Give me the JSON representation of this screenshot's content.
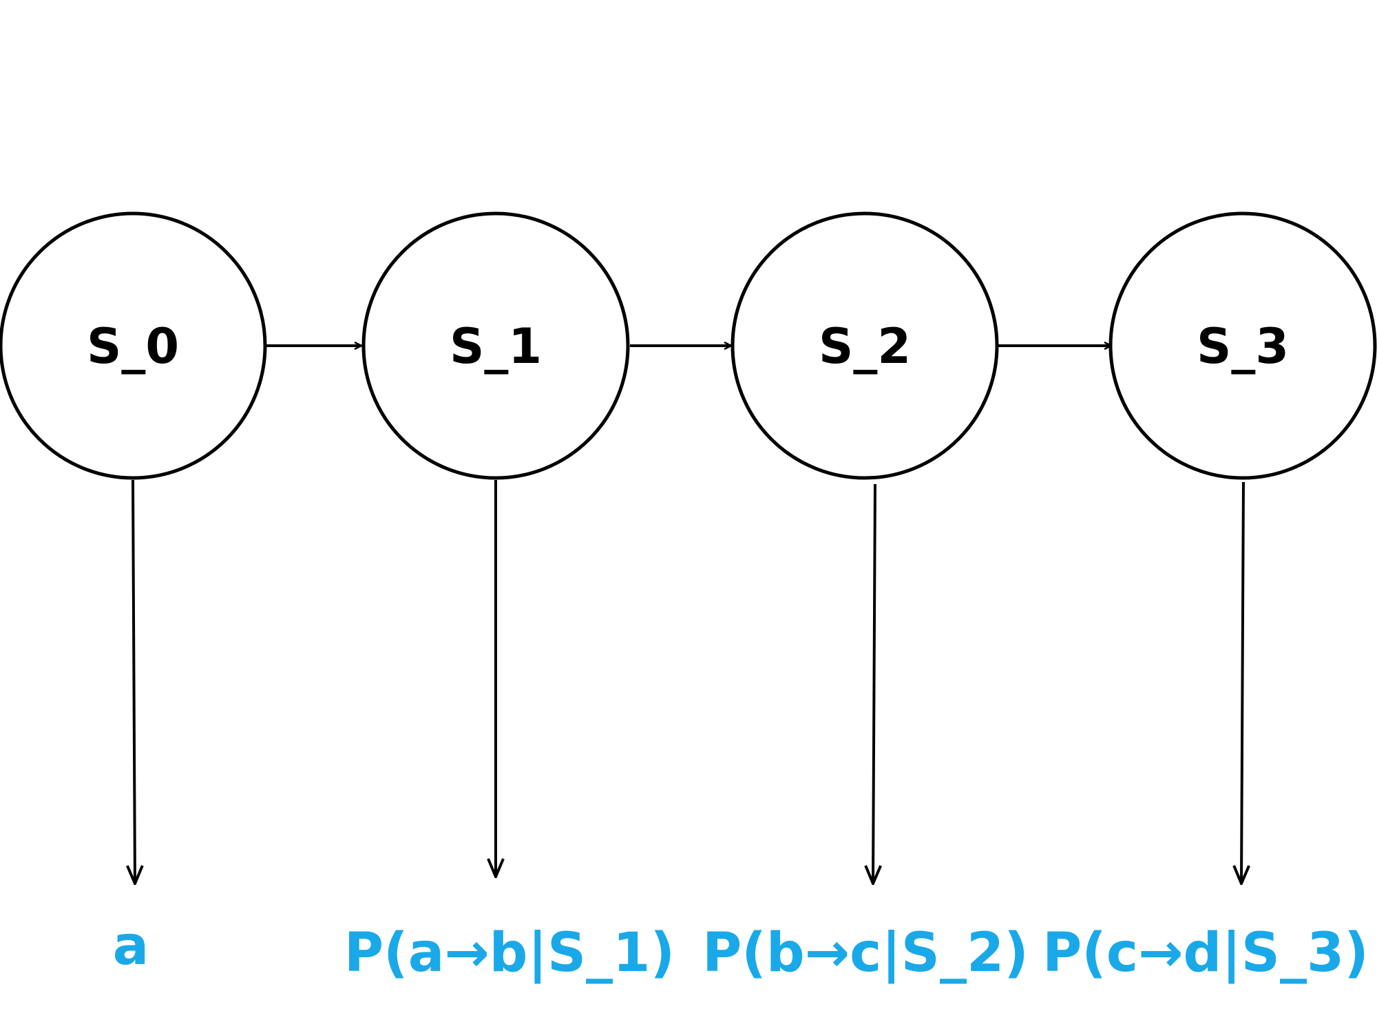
{
  "colors": {
    "node_stroke": "#000000",
    "label_text": "#000000",
    "emission_text": "#1AA9E8"
  },
  "states": [
    {
      "id": "s0",
      "label": "S_0"
    },
    {
      "id": "s1",
      "label": "S_1"
    },
    {
      "id": "s2",
      "label": "S_2"
    },
    {
      "id": "s3",
      "label": "S_3"
    }
  ],
  "transitions": [
    {
      "from": "s0",
      "to": "s1"
    },
    {
      "from": "s1",
      "to": "s2"
    },
    {
      "from": "s2",
      "to": "s3"
    }
  ],
  "emissions": [
    {
      "state": "s0",
      "label": "a"
    },
    {
      "state": "s1",
      "label": "P(a→b|S_1)"
    },
    {
      "state": "s2",
      "label": "P(b→c|S_2)"
    },
    {
      "state": "s3",
      "label": "P(c→d|S_3)"
    }
  ]
}
